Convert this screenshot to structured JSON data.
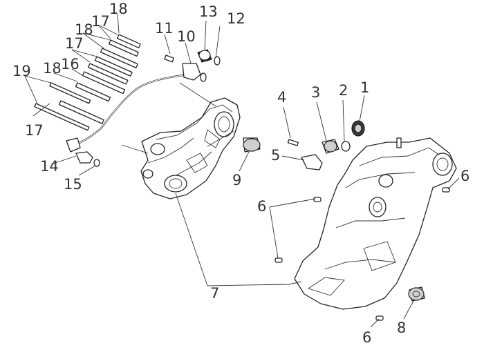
{
  "diagram": {
    "callouts": [
      {
        "id": "c1",
        "text": "1"
      },
      {
        "id": "c2",
        "text": "2"
      },
      {
        "id": "c3",
        "text": "3"
      },
      {
        "id": "c4",
        "text": "4"
      },
      {
        "id": "c5",
        "text": "5"
      },
      {
        "id": "c6a",
        "text": "6"
      },
      {
        "id": "c6b",
        "text": "6"
      },
      {
        "id": "c6c",
        "text": "6"
      },
      {
        "id": "c7",
        "text": "7"
      },
      {
        "id": "c8",
        "text": "8"
      },
      {
        "id": "c9",
        "text": "9"
      },
      {
        "id": "c10",
        "text": "10"
      },
      {
        "id": "c11",
        "text": "11"
      },
      {
        "id": "c12",
        "text": "12"
      },
      {
        "id": "c13",
        "text": "13"
      },
      {
        "id": "c14",
        "text": "14"
      },
      {
        "id": "c15",
        "text": "15"
      },
      {
        "id": "c16",
        "text": "16"
      },
      {
        "id": "c17a",
        "text": "17"
      },
      {
        "id": "c17b",
        "text": "17"
      },
      {
        "id": "c17c",
        "text": "17"
      },
      {
        "id": "c18a",
        "text": "18"
      },
      {
        "id": "c18b",
        "text": "18"
      },
      {
        "id": "c18c",
        "text": "18"
      },
      {
        "id": "c19",
        "text": "19"
      }
    ]
  }
}
